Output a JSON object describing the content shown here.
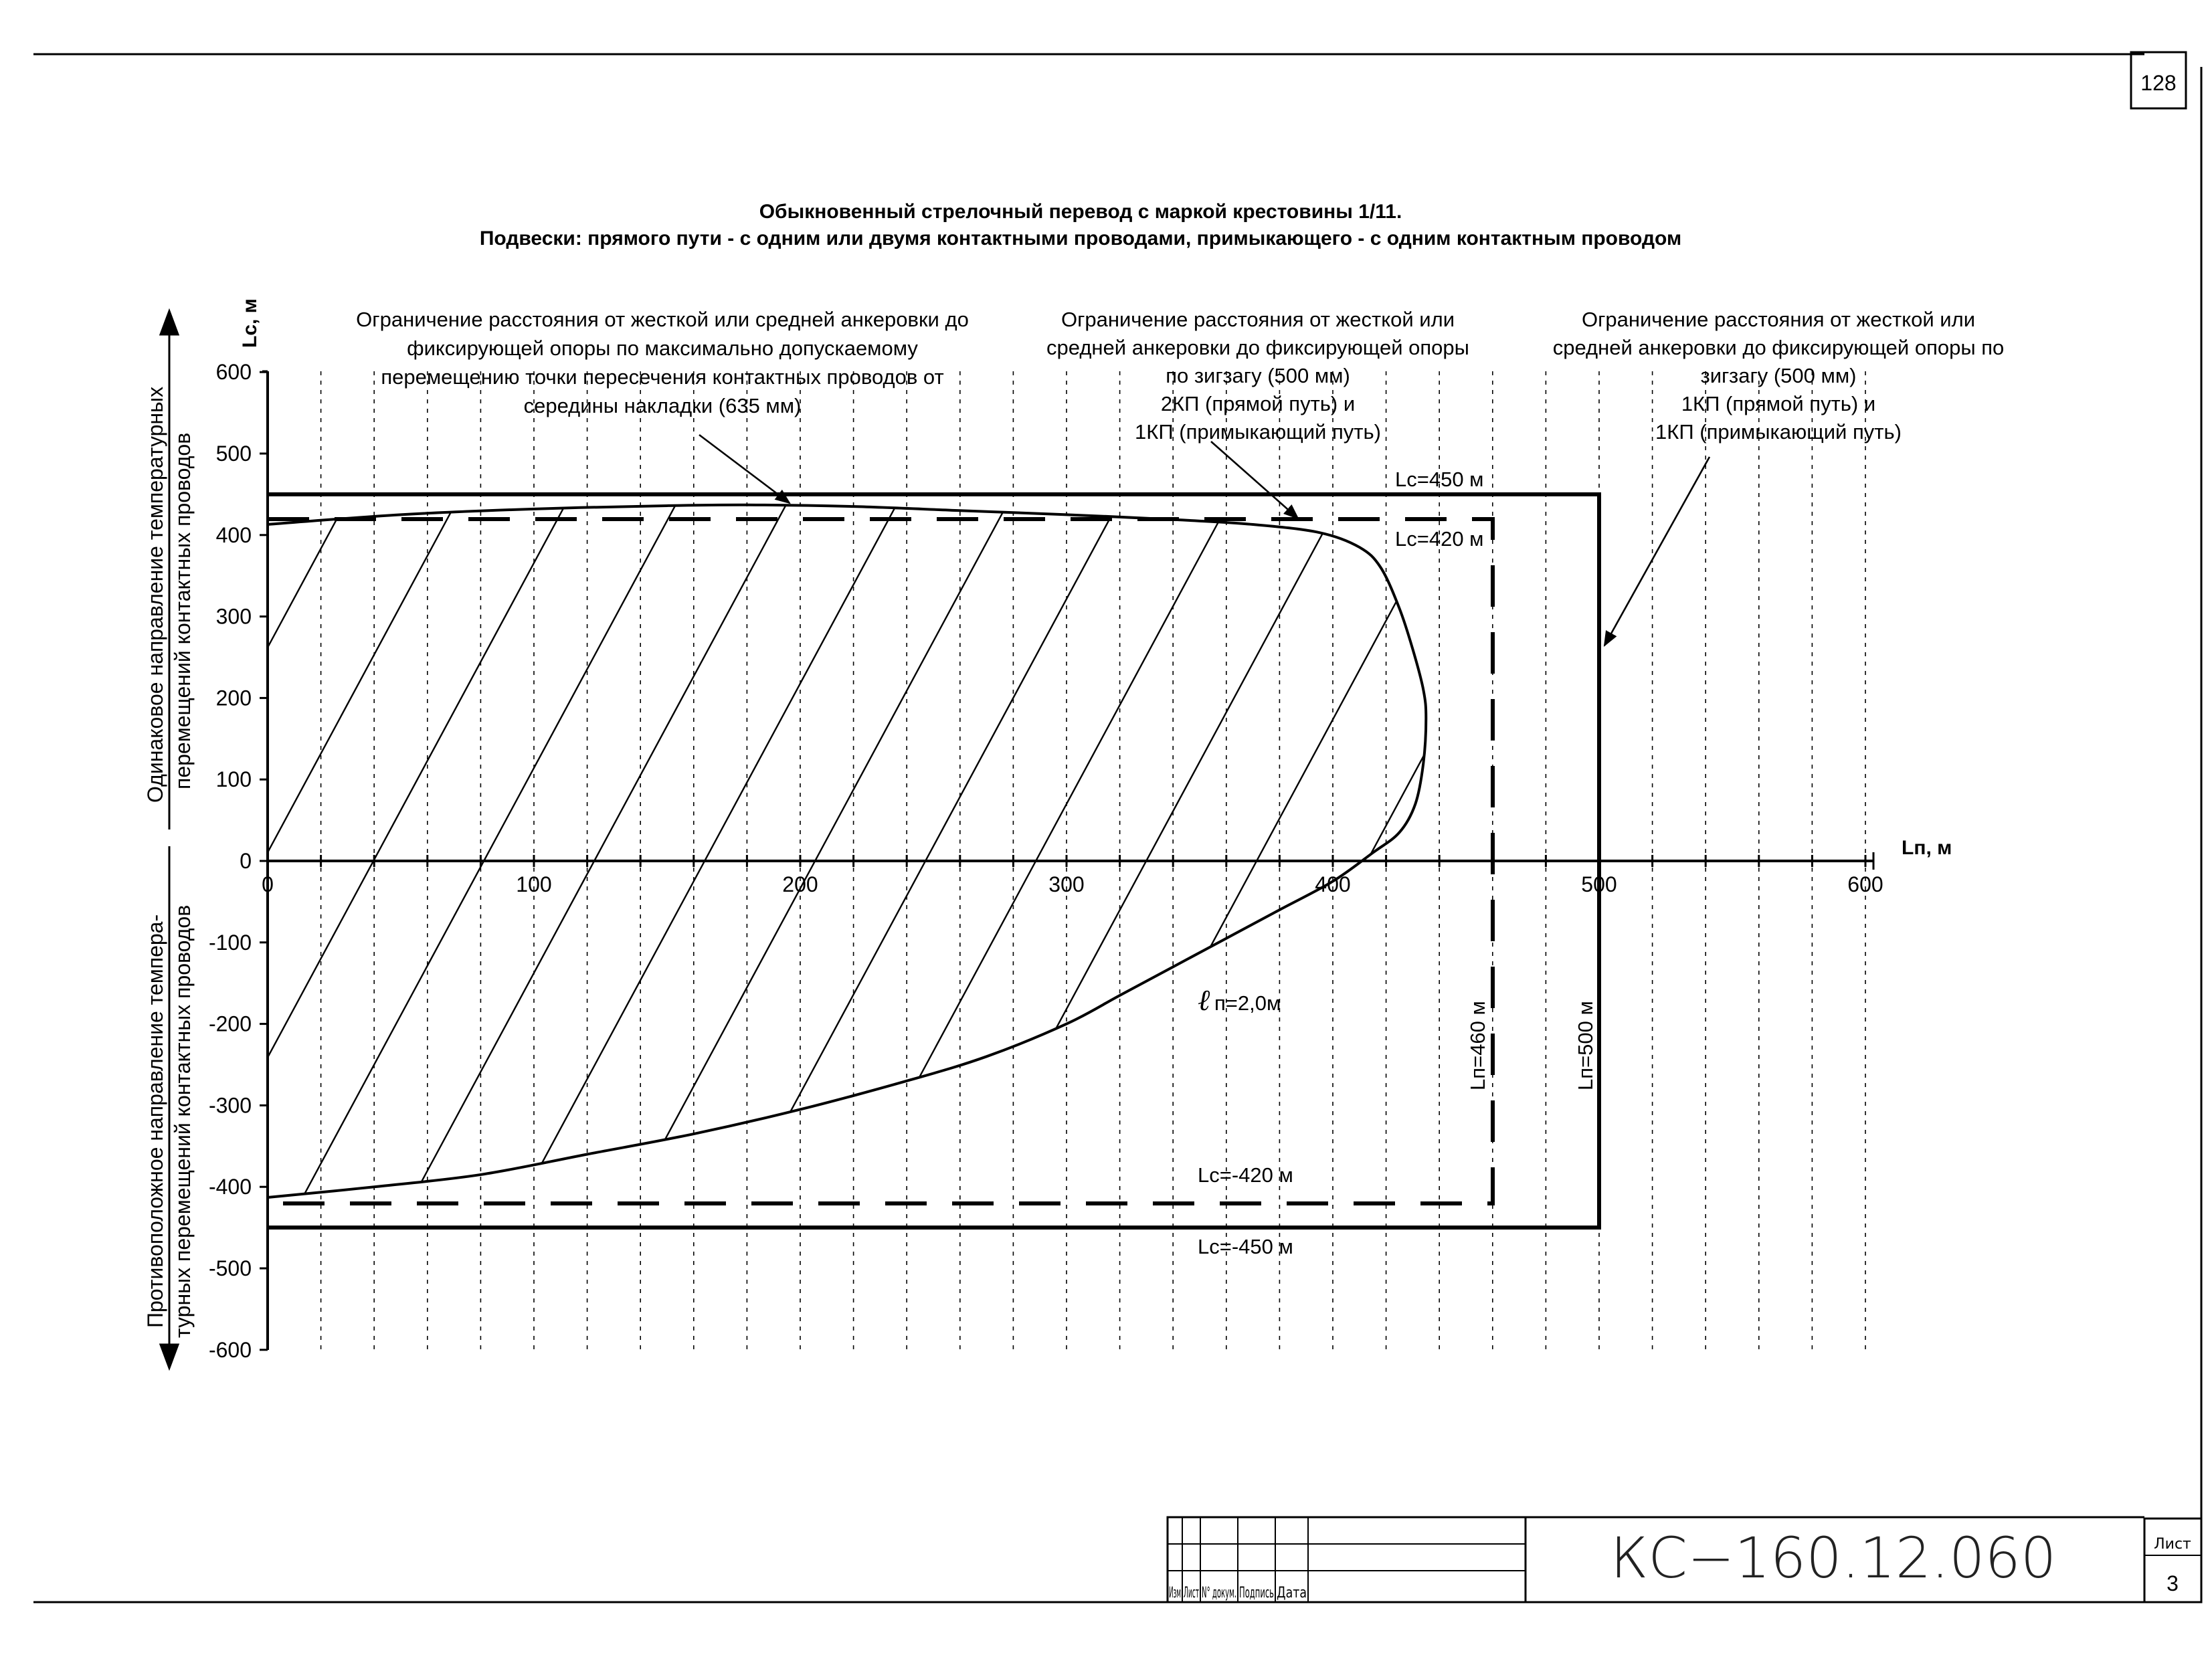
{
  "page": {
    "sheet_number_top": "128",
    "title_line1": "Обыкновенный стрелочный перевод с маркой крестовины 1/11.",
    "title_line2": "Подвески: прямого пути - с одним или двумя контактными проводами, примыкающего - с одним контактным проводом"
  },
  "annotations": {
    "a1": [
      "Ограничение расстояния от жесткой или средней анкеровки до",
      "фиксирующей опоры по максимально допускаемому",
      "перемещению точки пересечения контактных проводов от",
      "середины накладки (635 мм)"
    ],
    "a2": [
      "Ограничение расстояния от жесткой или",
      "средней анкеровки до фиксирующей опоры",
      "по зигзагу (500 мм)",
      "2КП (прямой путь) и",
      "1КП (примыкающий путь)"
    ],
    "a3": [
      "Ограничение расстояния от жесткой или",
      "средней анкеровки до фиксирующей опоры по",
      "зигзагу (500 мм)",
      "1КП (прямой путь) и",
      "1КП (примыкающий путь)"
    ]
  },
  "side_labels": {
    "upper_line1": "Одинаковое направление температурных",
    "upper_line2": "перемещений контактных проводов",
    "lower_line1": "Противоположное направление темпера-",
    "lower_line2": "турных перемещений контактных проводов"
  },
  "line_labels": {
    "lc450": "Lc=450 м",
    "lc420": "Lc=420 м",
    "lcm420": "Lc=-420 м",
    "lcm450": "Lc=-450 м",
    "ln460": "Lп=460 м",
    "ln500": "Lп=500 м",
    "curve": "ℓ",
    "curve_sub": "п=2,0м"
  },
  "title_block": {
    "headers": [
      "Изм",
      "Лист",
      "N° докум.",
      "Подпись",
      "Дата"
    ],
    "code": "КС−160.12.060",
    "sheet_label": "Лист",
    "sheet_value": "3"
  },
  "chart_data": {
    "type": "area",
    "title": "Обыкновенный стрелочный перевод с маркой крестовины 1/11",
    "xlabel": "Lп, м",
    "ylabel": "Lc, м",
    "xlim": [
      0,
      600
    ],
    "ylim": [
      -600,
      600
    ],
    "x_ticks": [
      "0",
      "100",
      "200",
      "300",
      "400",
      "500",
      "600"
    ],
    "y_ticks": [
      "600",
      "500",
      "400",
      "300",
      "200",
      "100",
      "0",
      "-100",
      "-200",
      "-300",
      "-400",
      "-500",
      "-600"
    ],
    "grid": "vertical dotted every 20 m",
    "series": [
      {
        "name": "ℓп=2,0м (allowed region boundary, hatched)",
        "points": [
          [
            0,
            413
          ],
          [
            50,
            425
          ],
          [
            100,
            432
          ],
          [
            150,
            436
          ],
          [
            180,
            437
          ],
          [
            220,
            435
          ],
          [
            260,
            430
          ],
          [
            300,
            425
          ],
          [
            340,
            419
          ],
          [
            370,
            413
          ],
          [
            395,
            403
          ],
          [
            410,
            385
          ],
          [
            418,
            360
          ],
          [
            425,
            310
          ],
          [
            430,
            260
          ],
          [
            434,
            210
          ],
          [
            435,
            175
          ],
          [
            434,
            120
          ],
          [
            431,
            70
          ],
          [
            425,
            35
          ],
          [
            415,
            10
          ],
          [
            400,
            -25
          ],
          [
            380,
            -60
          ],
          [
            360,
            -95
          ],
          [
            340,
            -130
          ],
          [
            320,
            -165
          ],
          [
            300,
            -200
          ],
          [
            270,
            -240
          ],
          [
            240,
            -270
          ],
          [
            200,
            -305
          ],
          [
            160,
            -335
          ],
          [
            120,
            -360
          ],
          [
            80,
            -385
          ],
          [
            40,
            -400
          ],
          [
            0,
            -413
          ]
        ]
      },
      {
        "name": "Lc=450 м (solid limit)",
        "value": 450
      },
      {
        "name": "Lc=420 м (dashed limit)",
        "value": 420
      },
      {
        "name": "Lc=-420 м (dashed limit)",
        "value": -420
      },
      {
        "name": "Lc=-450 м (solid limit)",
        "value": -450
      },
      {
        "name": "Lп=460 м (dashed limit)",
        "value": 460
      },
      {
        "name": "Lп=500 м (solid limit)",
        "value": 500
      }
    ]
  }
}
